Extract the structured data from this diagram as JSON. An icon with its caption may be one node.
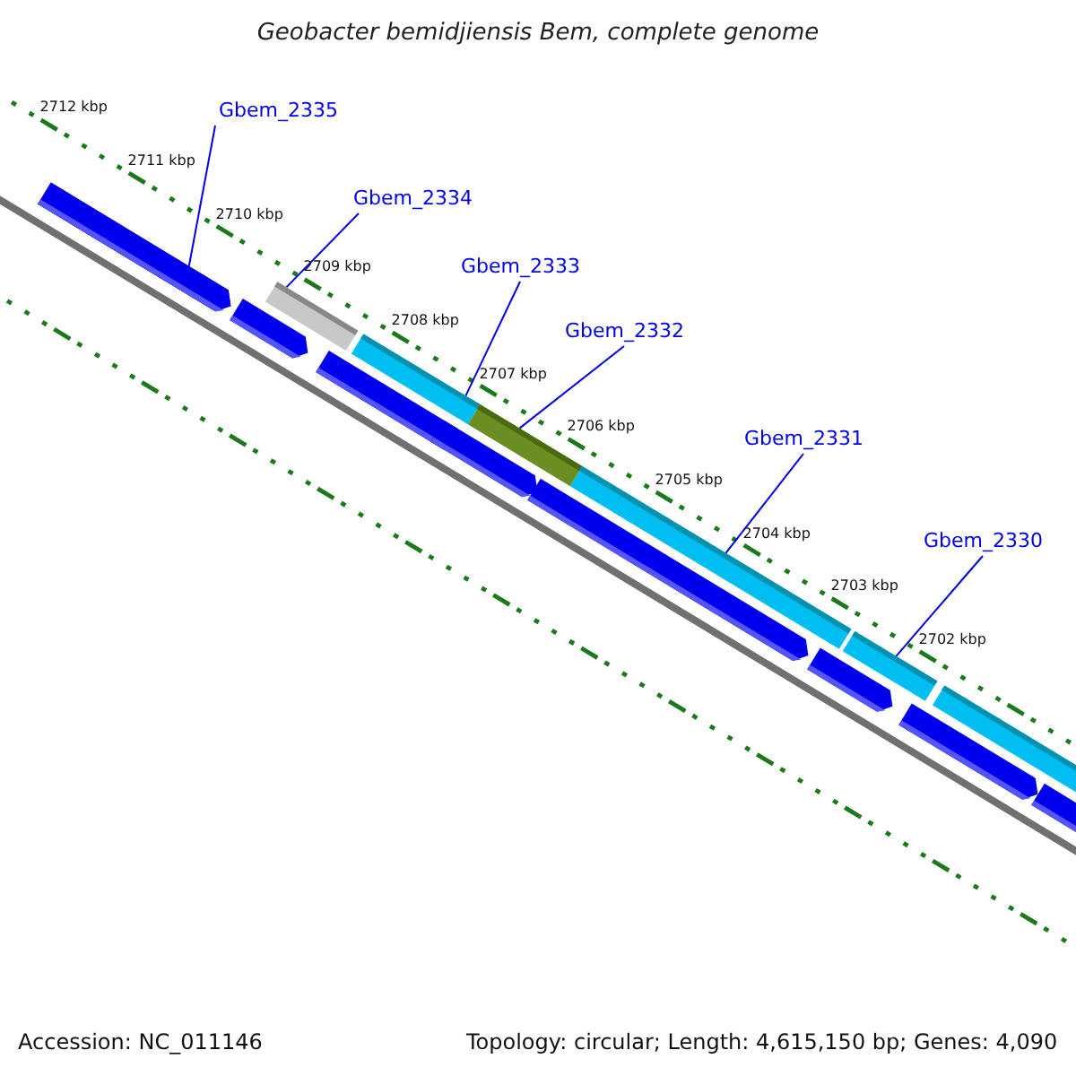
{
  "diagram": {
    "title": "Geobacter bemidjiensis Bem, complete genome",
    "nodes": [
      {
        "text": [
          "Gbem_2335"
        ]
      },
      {
        "text": [],
        "shape": "bar"
      },
      {
        "text": [
          "Gbem_2334"
        ]
      },
      {
        "text": [],
        "shape": "bar"
      },
      {
        "text": [
          "Gbem_2333"
        ]
      },
      {
        "text": [],
        "shape": "bar"
      },
      {
        "text": [
          "Gbem_2332"
        ]
      },
      {
        "text": [],
        "shape": "bar"
      },
      {
        "text": [
          "Gbem_2331"
        ]
      },
      {
        "text": [],
        "shape": "bar"
      },
      {
        "text": [
          "Gbem_2330"
        ]
      },
      {
        "text": [],
        "shape": "bar"
      }
    ],
    "edges": [
      {
        "from": 0,
        "to": 1,
        "arrow": "none"
      },
      {
        "from": 2,
        "to": 3,
        "arrow": "none"
      },
      {
        "from": 4,
        "to": 5,
        "arrow": "none"
      },
      {
        "from": 6,
        "to": 7,
        "arrow": "none"
      },
      {
        "from": 8,
        "to": 9,
        "arrow": "none"
      },
      {
        "from": 10,
        "to": 11,
        "arrow": "none"
      }
    ],
    "labels": [
      "2712 kbp",
      "2711 kbp",
      "2710 kbp",
      "2709 kbp",
      "2708 kbp",
      "2707 kbp",
      "2706 kbp",
      "2705 kbp",
      "2704 kbp",
      "2703 kbp",
      "2702 kbp",
      "Accession: NC_011146",
      "Topology: circular; Length: 4,615,150 bp; Genes: 4,090"
    ]
  }
}
